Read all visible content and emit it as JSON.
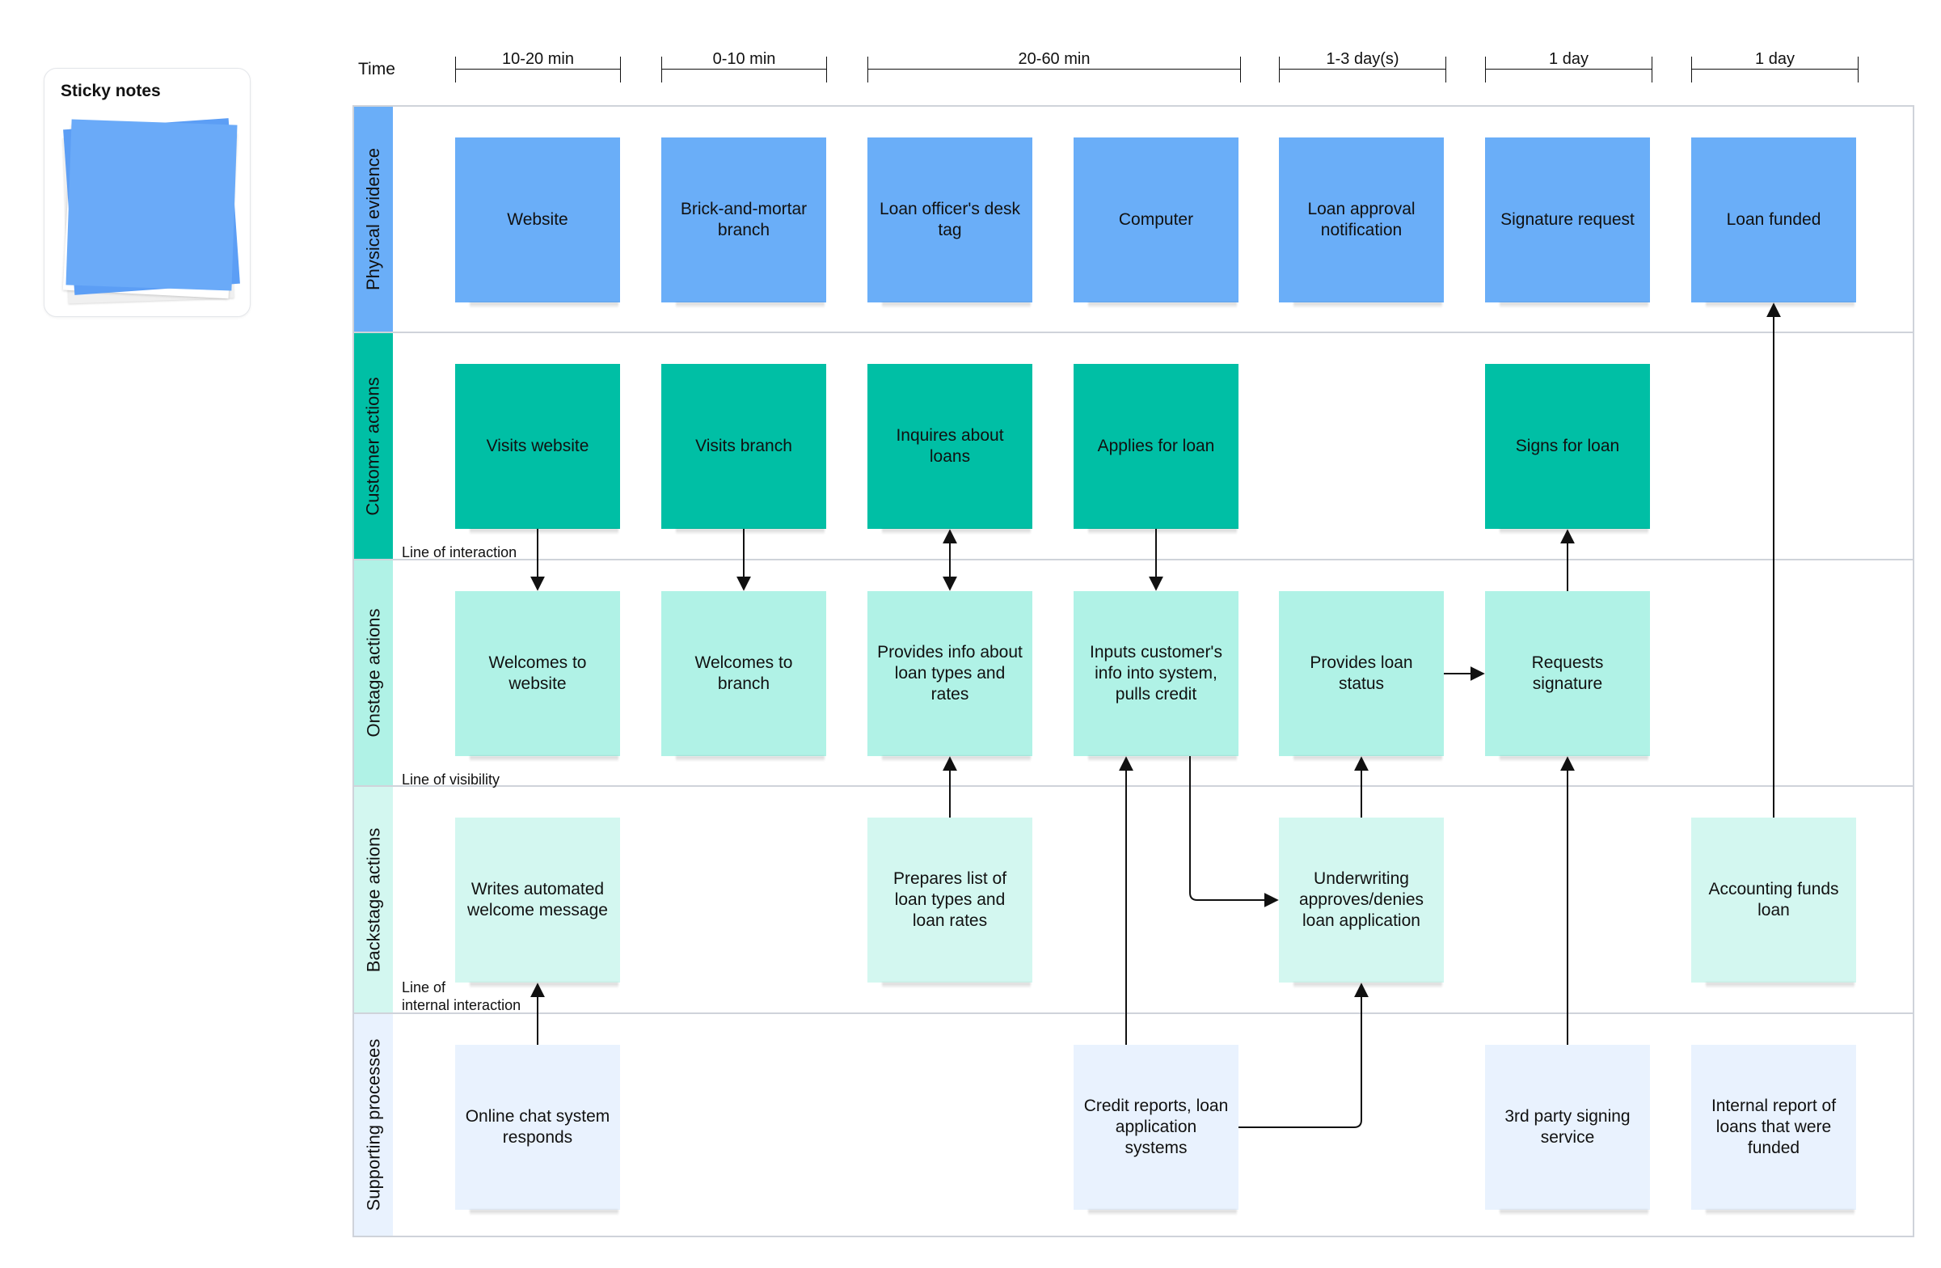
{
  "sticky_notes_card": {
    "title": "Sticky notes"
  },
  "time_header": {
    "label": "Time",
    "durations": [
      "10-20 min",
      "0-10 min",
      "20-60 min",
      "1-3 day(s)",
      "1 day",
      "1 day"
    ]
  },
  "lanes": {
    "physical": "Physical evidence",
    "customer": "Customer actions",
    "onstage": "Onstage actions",
    "backstage": "Backstage actions",
    "supporting": "Supporting processes"
  },
  "boundary_lines": {
    "interaction": "Line of interaction",
    "visibility": "Line of visibility",
    "internal_1": "Line of",
    "internal_2": "internal interaction"
  },
  "notes": {
    "physical": [
      "Website",
      "Brick-and-mortar branch",
      "Loan officer's desk tag",
      "Computer",
      "Loan approval notification",
      "Signature request",
      "Loan funded"
    ],
    "customer": [
      "Visits website",
      "Visits branch",
      "Inquires about loans",
      "Applies for loan",
      "Signs for loan"
    ],
    "onstage": [
      "Welcomes to website",
      "Welcomes to branch",
      "Provides info about loan types and rates",
      "Inputs customer's info into system, pulls credit",
      "Provides loan status",
      "Requests signature"
    ],
    "backstage": [
      "Writes automated welcome message",
      "Prepares list of loan types and loan rates",
      "Underwriting approves/denies loan application",
      "Accounting funds loan"
    ],
    "supporting": [
      "Online chat system responds",
      "Credit reports, loan application systems",
      "3rd party signing service",
      "Internal report of loans that were funded"
    ]
  },
  "colors": {
    "physical": "#6aaef8",
    "customer": "#00bfa5",
    "onstage": "#b0f2e6",
    "backstage": "#d3f7f0",
    "supporting": "#e9f2fe",
    "lane_border": "#cfd3da"
  }
}
